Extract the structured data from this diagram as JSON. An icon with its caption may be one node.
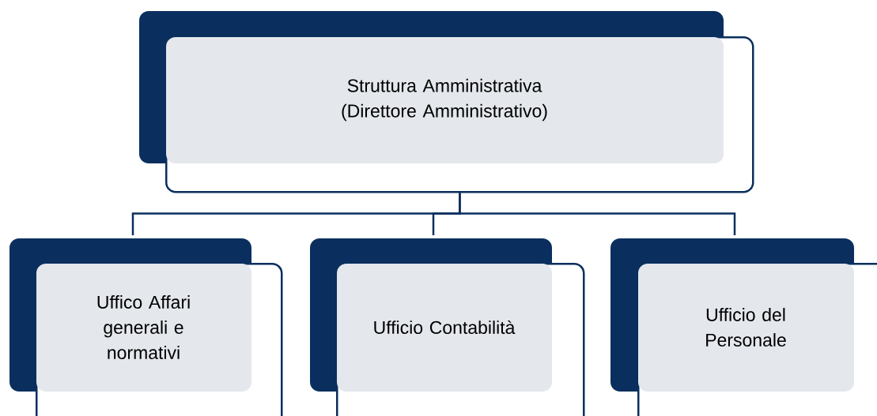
{
  "diagram": {
    "nodes": [
      {
        "text": [
          "Struttura Amministrativa (Direttore Amministrativo)"
        ]
      },
      {
        "text": [
          "Uffico Affari generali e normativi"
        ]
      },
      {
        "text": [
          "Ufficio Contabilità"
        ]
      },
      {
        "text": [
          "Ufficio del Personale"
        ]
      }
    ],
    "edges": [
      {
        "from": 0,
        "to": 1,
        "arrow": "none"
      },
      {
        "from": 0,
        "to": 2,
        "arrow": "none"
      },
      {
        "from": 0,
        "to": 3,
        "arrow": "none"
      }
    ]
  }
}
